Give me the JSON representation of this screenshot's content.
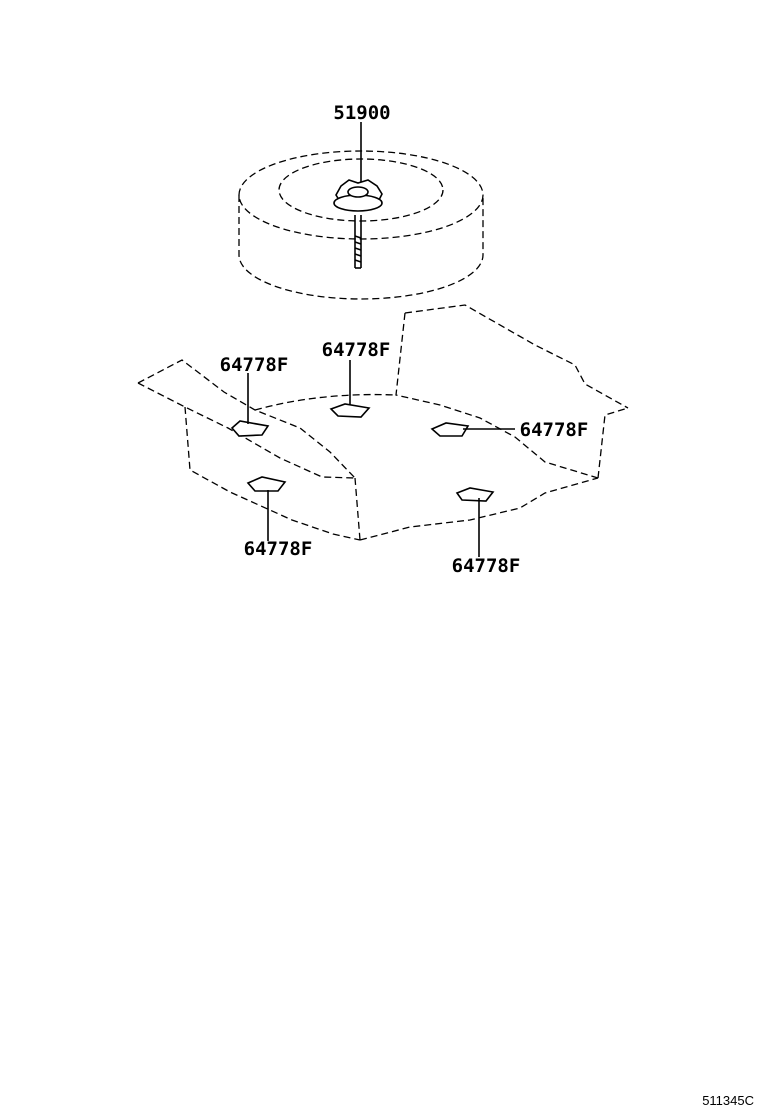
{
  "parts": [
    {
      "id": "spare-wheel-hold-down",
      "part_number": "51900"
    },
    {
      "id": "pad-front-left",
      "part_number": "64778F"
    },
    {
      "id": "pad-front-center",
      "part_number": "64778F"
    },
    {
      "id": "pad-right",
      "part_number": "64778F"
    },
    {
      "id": "pad-rear-left",
      "part_number": "64778F"
    },
    {
      "id": "pad-rear-right",
      "part_number": "64778F"
    }
  ],
  "figure_id": "511345C"
}
